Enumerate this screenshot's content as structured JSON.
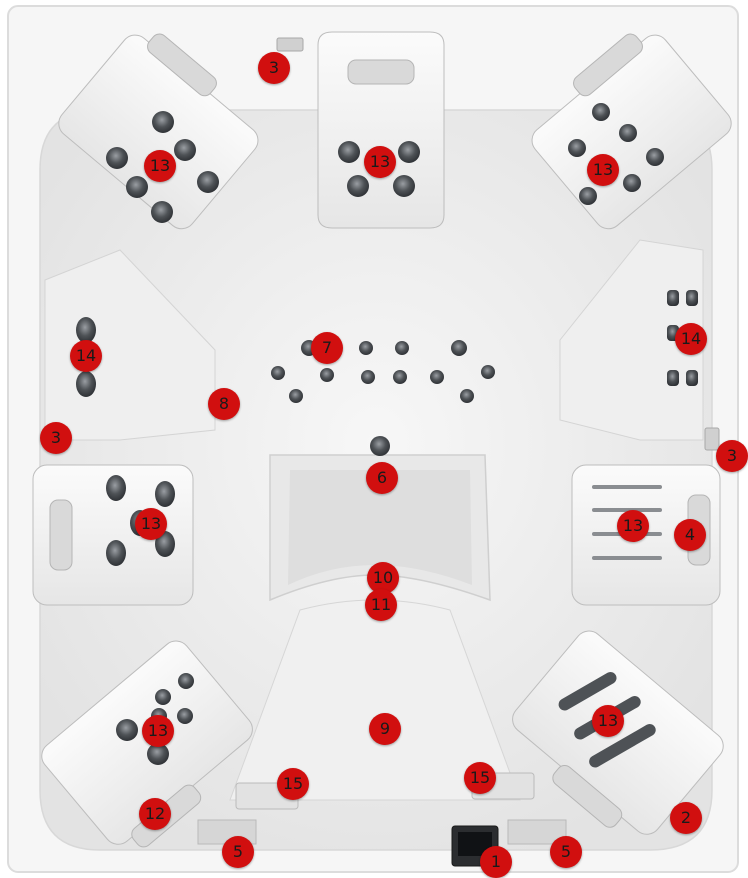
{
  "markers": {
    "m3a": "3",
    "m13a": "13",
    "m13b": "13",
    "m13c": "13",
    "m14a": "14",
    "m7": "7",
    "m14b": "14",
    "m8": "8",
    "m3b": "3",
    "m3c": "3",
    "m6": "6",
    "m13d": "13",
    "m13e": "13",
    "m4": "4",
    "m10": "10",
    "m11": "11",
    "m13f": "13",
    "m13g": "13",
    "m9": "9",
    "m15a": "15",
    "m15b": "15",
    "m12": "12",
    "m2": "2",
    "m5a": "5",
    "m5b": "5",
    "m1": "1"
  },
  "colors": {
    "marker": "#d10f0f",
    "shell": "#f4f4f4",
    "seat": "#ececec",
    "jet": "#5b5e62"
  }
}
